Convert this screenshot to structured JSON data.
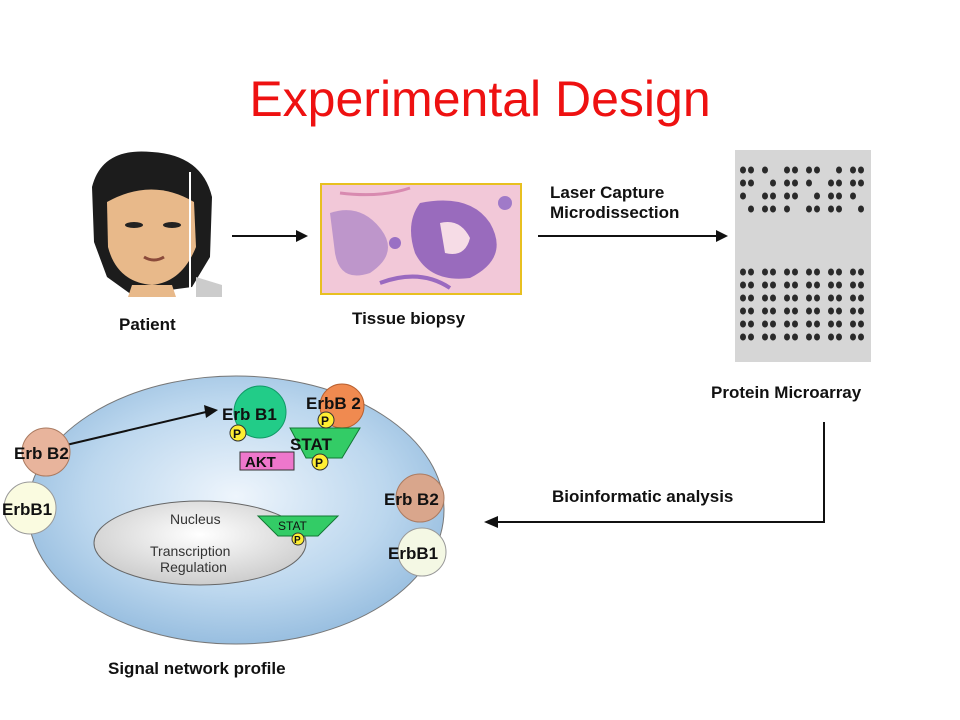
{
  "slide": {
    "title": "Experimental Design"
  },
  "steps": {
    "patient": "Patient",
    "biopsy": "Tissue biopsy",
    "lcm_line1": "Laser Capture",
    "lcm_line2": "Microdissection",
    "microarray": "Protein Microarray",
    "bioinformatic": "Bioinformatic analysis",
    "signal_profile": "Signal network profile"
  },
  "cell": {
    "erbb1_top": "Erb B1",
    "erbb2_top": "ErbB 2",
    "stat_main": "STAT",
    "akt": "AKT",
    "phospho": "P",
    "erbb2_left": "Erb B2",
    "erbb1_left": "ErbB1",
    "erbb2_right": "Erb B2",
    "erbb1_right": "ErbB1",
    "nucleus": "Nucleus",
    "transcription": "Transcription",
    "regulation": "Regulation",
    "stat_nucleus": "STAT"
  },
  "colors": {
    "title": "#ee1111",
    "cell_fill": "#a9cbe6",
    "erbb1_green": "#22cc88",
    "erbb2_orange": "#f08a50",
    "stat_green": "#33cc66",
    "akt_pink": "#ee77cc",
    "phospho_yellow": "#ffee33"
  }
}
